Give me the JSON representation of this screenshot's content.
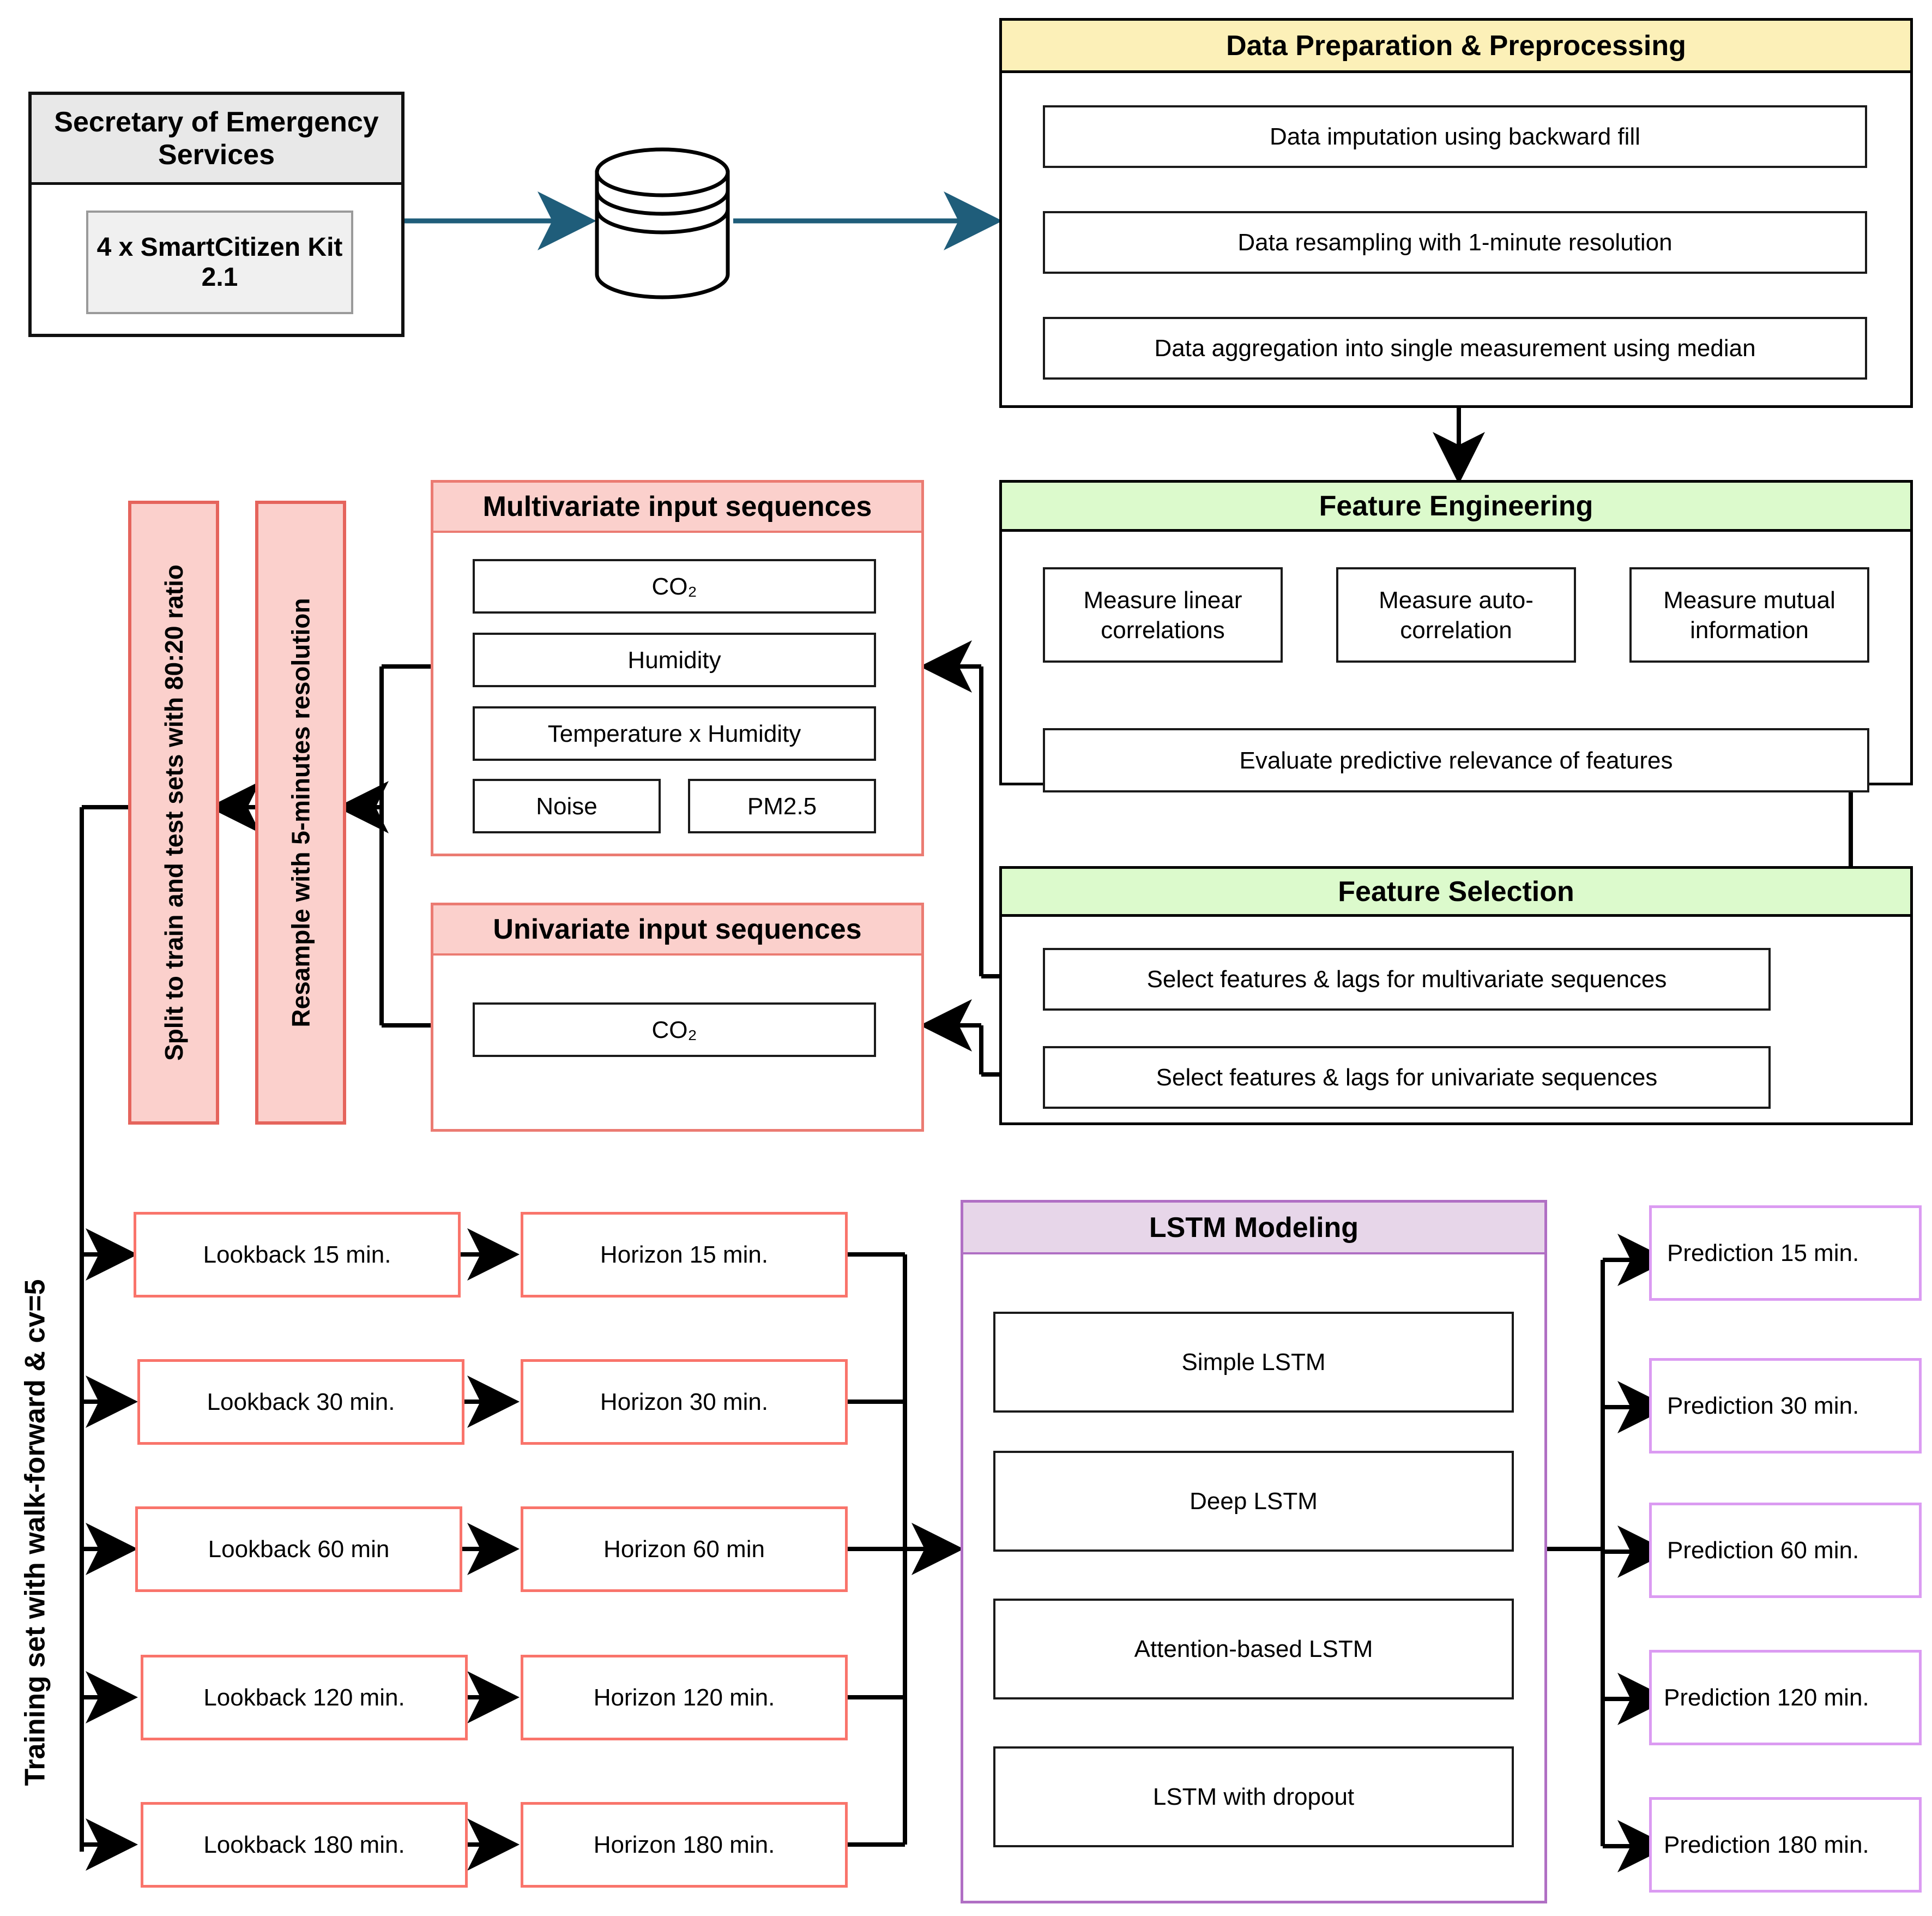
{
  "source": {
    "title": "Secretary of Emergency Services",
    "device": "4 x SmartCitizen Kit 2.1",
    "database_icon": "database-cylinder-icon"
  },
  "data_preparation": {
    "title": "Data Preparation & Preprocessing",
    "header_color": "#FCF0B8",
    "steps": [
      "Data imputation using backward fill",
      "Data resampling with 1-minute resolution",
      "Data aggregation into single measurement using median"
    ]
  },
  "feature_engineering": {
    "title": "Feature Engineering",
    "header_color": "#DCFACC",
    "measures": [
      "Measure linear correlations",
      "Measure auto-correlation",
      "Measure mutual information"
    ],
    "evaluate": "Evaluate predictive relevance of features"
  },
  "feature_selection": {
    "title": "Feature Selection",
    "header_color": "#DCFACC",
    "items": [
      "Select features & lags for multivariate sequences",
      "Select features & lags for univariate sequences"
    ]
  },
  "multivariate": {
    "title": "Multivariate input sequences",
    "header_color": "#FBD0CC",
    "features": [
      "CO₂",
      "Humidity",
      "Temperature x Humidity"
    ],
    "features_row": [
      "Noise",
      "PM2.5"
    ]
  },
  "univariate": {
    "title": "Univariate input sequences",
    "header_color": "#FBD0CC",
    "features": [
      "CO₂"
    ]
  },
  "pipeline_vertical": {
    "split": "Split to train and test sets with 80:20 ratio",
    "resample": "Resample with 5-minutes resolution",
    "training": "Training set with walk-forward & cv=5"
  },
  "lookbacks": [
    "Lookback 15 min.",
    "Lookback 30 min.",
    "Lookback 60 min",
    "Lookback 120 min.",
    "Lookback 180 min."
  ],
  "horizons": [
    "Horizon 15 min.",
    "Horizon 30 min.",
    "Horizon 60 min",
    "Horizon 120 min.",
    "Horizon 180 min."
  ],
  "lstm": {
    "title": "LSTM Modeling",
    "header_color": "#E7D6E9",
    "models": [
      "Simple LSTM",
      "Deep LSTM",
      "Attention-based LSTM",
      "LSTM with dropout"
    ]
  },
  "predictions": [
    "Prediction 15 min.",
    "Prediction 30 min.",
    "Prediction 60 min.",
    "Prediction 120 min.",
    "Prediction 180 min."
  ],
  "colors": {
    "arrow_blue": "#1F5D7A",
    "arrow_black": "#000000",
    "pink_border": "#F9746B",
    "purple_border": "#DB9BF2"
  }
}
